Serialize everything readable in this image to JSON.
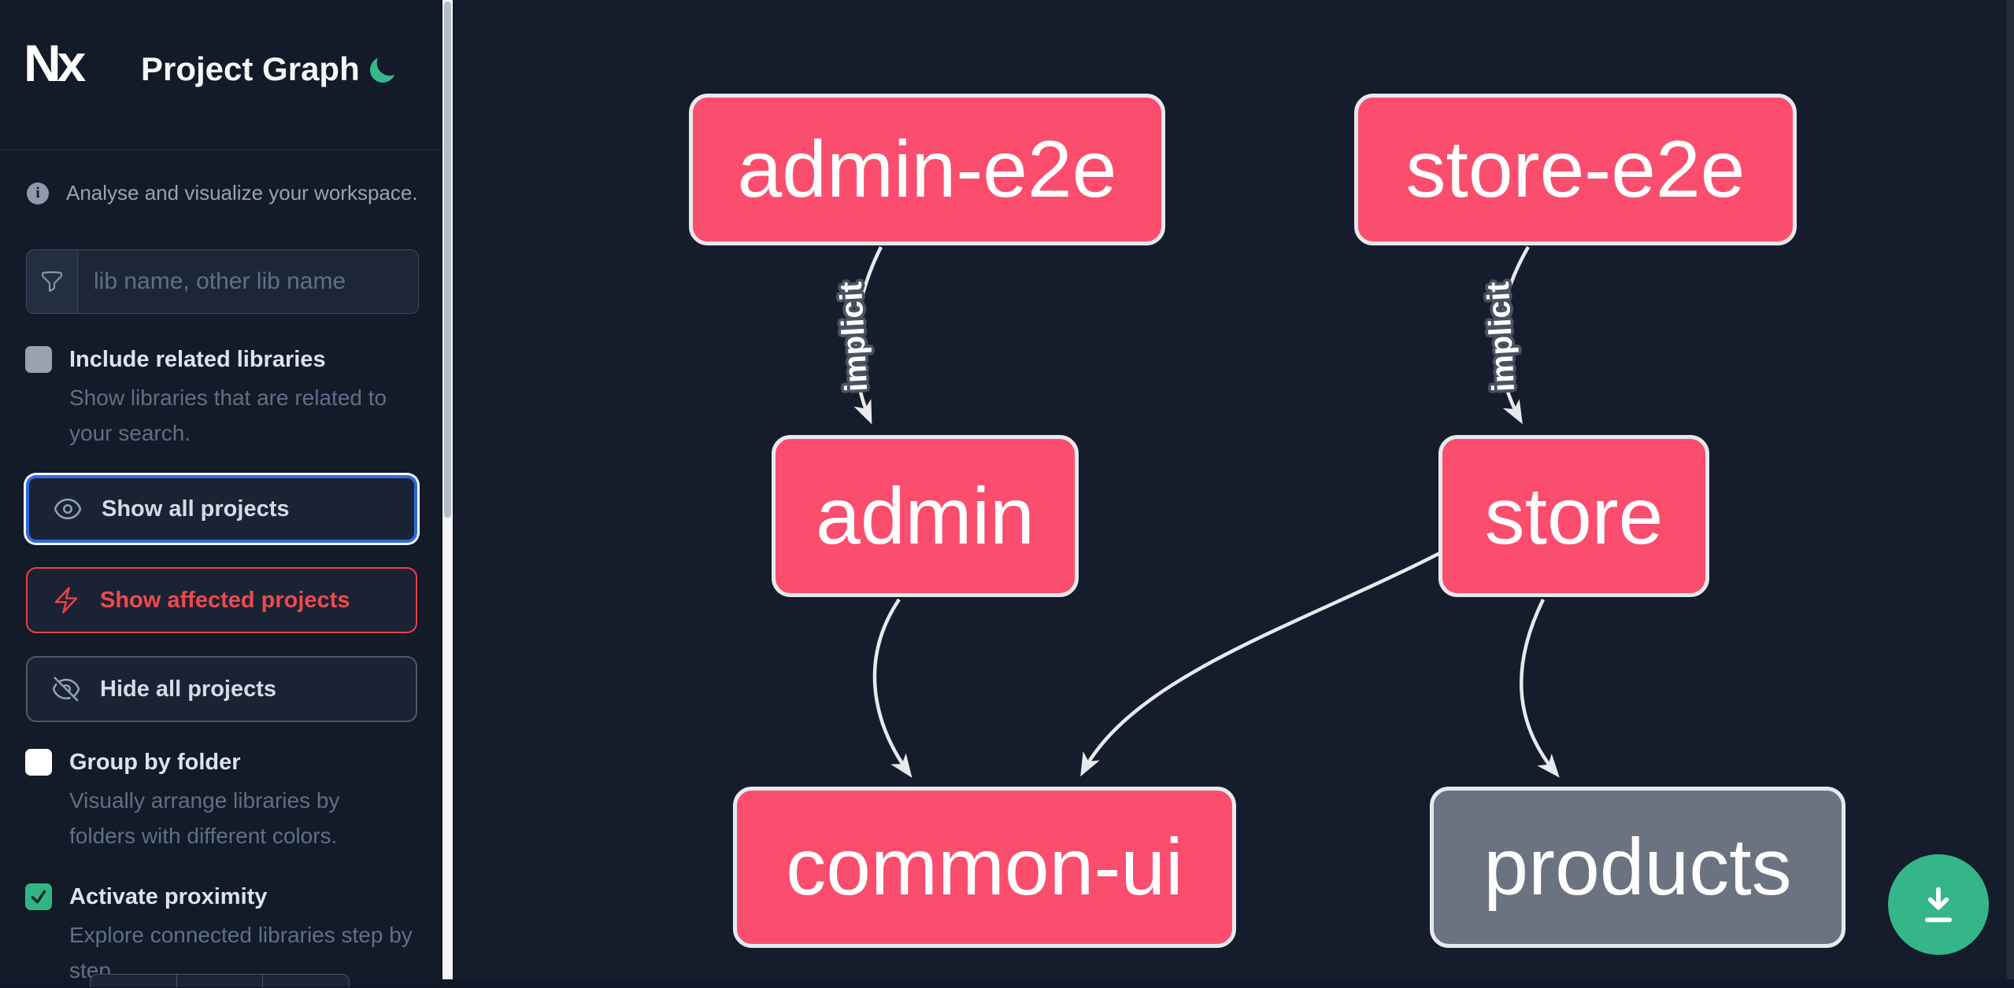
{
  "header": {
    "logo_text": "Nx",
    "title": "Project Graph"
  },
  "intro": {
    "tagline": "Analyse and visualize your workspace."
  },
  "search": {
    "placeholder": "lib name, other lib name",
    "value": ""
  },
  "toggles": {
    "include_related": {
      "label": "Include related libraries",
      "description": "Show libraries that are related to your search.",
      "checked": false
    },
    "group_by_folder": {
      "label": "Group by folder",
      "description": "Visually arrange libraries by folders with different colors.",
      "checked": false
    },
    "activate_proximity": {
      "label": "Activate proximity",
      "description": "Explore connected libraries step by step.",
      "checked": true
    }
  },
  "buttons": {
    "show_all": "Show all projects",
    "show_affected": "Show affected projects",
    "hide_all": "Hide all projects"
  },
  "graph": {
    "nodes": [
      {
        "id": "admin-e2e",
        "label": "admin-e2e",
        "state": "affected"
      },
      {
        "id": "store-e2e",
        "label": "store-e2e",
        "state": "affected"
      },
      {
        "id": "admin",
        "label": "admin",
        "state": "affected"
      },
      {
        "id": "store",
        "label": "store",
        "state": "affected"
      },
      {
        "id": "common-ui",
        "label": "common-ui",
        "state": "affected"
      },
      {
        "id": "products",
        "label": "products",
        "state": "normal"
      }
    ],
    "edges": [
      {
        "source": "admin-e2e",
        "target": "admin",
        "label": "implicit"
      },
      {
        "source": "store-e2e",
        "target": "store",
        "label": "implicit"
      },
      {
        "source": "admin",
        "target": "common-ui",
        "label": ""
      },
      {
        "source": "store",
        "target": "common-ui",
        "label": ""
      },
      {
        "source": "store",
        "target": "products",
        "label": ""
      }
    ]
  },
  "fab": {
    "icon": "download"
  },
  "colors": {
    "node_affected_pink": "#fb4e6e",
    "node_normal_gray": "#6b7280",
    "node_border": "#e7e9ec",
    "edge": "#e7e9ec",
    "fab_green": "#34b689",
    "moon_green": "#34b88c",
    "focus_blue": "#2c6ae0",
    "affected_red": "#ee3f46",
    "proximity_checkbox_green": "#30b684",
    "sidebar_bg": "#131a28",
    "canvas_bg": "#151c2b"
  }
}
